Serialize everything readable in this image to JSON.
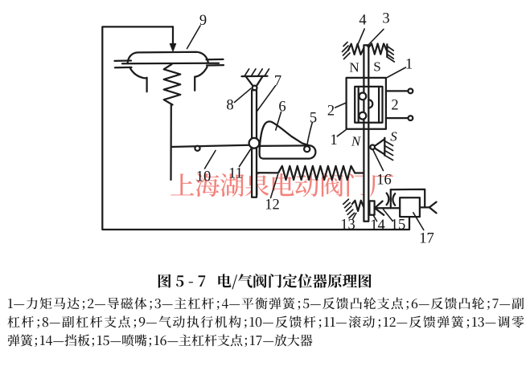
{
  "figure": {
    "watermark": {
      "text": "上海湖泉电动阀门厂",
      "color": "#f2827c"
    },
    "caption": {
      "figure_label": "图 5 - 7",
      "title": "电/气阀门定位器原理图"
    },
    "legend": {
      "lines": [
        "1—力矩马达；2—导磁体；3—主杠杆；4—平衡弹簧；5—反馈凸轮支点；6—反馈凸轮；7—副",
        "杠杆；8—副杠杆支点；9—气动执行机构；10—反馈杆；11—滚动；12—反馈弹簧；13—调零",
        "弹簧；14—挡板；15—喷嘴；16—主杠杆支点；17—放大器"
      ]
    },
    "callouts": {
      "torque_motor_top": "1",
      "torque_motor_bottom": "1",
      "flux_conductor_left": "2",
      "flux_conductor_right": "2",
      "main_lever": "3",
      "balance_spring": "4",
      "cam_pivot": "5",
      "feedback_cam": "6",
      "sub_lever": "7",
      "sub_lever_pivot": "8",
      "pneumatic_actuator": "9",
      "feedback_rod": "10",
      "roller": "11",
      "feedback_spring": "12",
      "zero_spring": "13",
      "baffle": "14",
      "nozzle": "15",
      "main_lever_pivot": "16",
      "amplifier": "17",
      "pole_n_top": "N",
      "pole_s_top": "S",
      "pole_n_bottom": "N",
      "pole_s_bottom": "S"
    },
    "colors": {
      "ink": "#1c1c1c",
      "paper": "#ffffff",
      "watermark": "#f2827c"
    }
  }
}
